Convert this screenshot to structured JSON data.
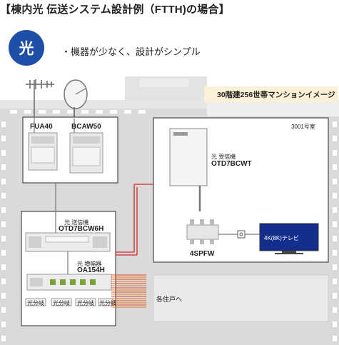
{
  "title": "【棟内光 伝送システム設計例（FTTH)の場合】",
  "badge": "光",
  "bullet": "・機器が少なく、設計がシンプル",
  "building_caption": "30階建256世帯マンションイメージ",
  "room_label": "3001号室",
  "devices": {
    "fua40": "FUA40",
    "bcaw50": "BCAW50",
    "receiver_type": "光 受信機",
    "receiver_model": "OTD7BCWT",
    "transmitter_type": "光 送信機",
    "transmitter_model": "OTD7BCW6H",
    "amplifier_type": "光 増幅器",
    "amplifier_model": "OA154H",
    "splitter_model": "4SPFW",
    "tv_label": "4K(8K)テレビ",
    "to_residences": "各住戸へ",
    "optical_splitter": "光分岐"
  },
  "colors": {
    "badge": "#1d4fa8",
    "signal_line": "#d92525",
    "building": "#dadada",
    "caption_bg": "#fbf1d6",
    "panel_border": "#555555"
  },
  "icons": [
    "uhf-antenna-icon",
    "bs-dish-icon",
    "tv-icon",
    "splitter-icon"
  ]
}
